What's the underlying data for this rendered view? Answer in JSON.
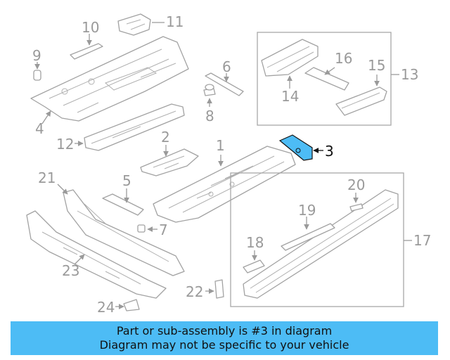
{
  "banner": {
    "line1": "Part or sub-assembly is #3 in diagram",
    "line2": "Diagram may not be specific to your vehicle",
    "background": "#4dbcf5"
  },
  "highlight": {
    "part_number": "3",
    "color": "#4dbcf5"
  },
  "callouts": {
    "c1": "1",
    "c2": "2",
    "c3": "3",
    "c4": "4",
    "c5": "5",
    "c6": "6",
    "c7": "7",
    "c8": "8",
    "c9": "9",
    "c10": "10",
    "c11": "11",
    "c12": "12",
    "c13": "13",
    "c14": "14",
    "c15": "15",
    "c16": "16",
    "c17": "17",
    "c18": "18",
    "c19": "19",
    "c20": "20",
    "c21": "21",
    "c22": "22",
    "c23": "23",
    "c24": "24"
  }
}
